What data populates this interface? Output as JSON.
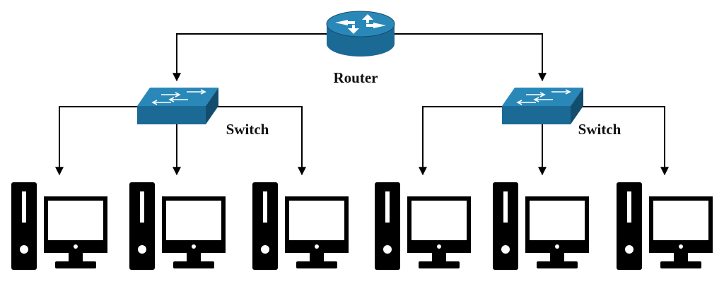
{
  "colors": {
    "device_blue": "#1b6a95",
    "device_blue_light": "#2a88b8",
    "device_blue_dark": "#134d6d",
    "line": "#000000",
    "computer": "#000000"
  },
  "nodes": {
    "router": {
      "label": "Router",
      "icon": "router-icon"
    },
    "switches": [
      {
        "label": "Switch",
        "icon": "switch-icon"
      },
      {
        "label": "Switch",
        "icon": "switch-icon"
      }
    ],
    "computers": [
      {
        "icon": "computer-icon",
        "switch": 0
      },
      {
        "icon": "computer-icon",
        "switch": 0
      },
      {
        "icon": "computer-icon",
        "switch": 0
      },
      {
        "icon": "computer-icon",
        "switch": 1
      },
      {
        "icon": "computer-icon",
        "switch": 1
      },
      {
        "icon": "computer-icon",
        "switch": 1
      }
    ]
  }
}
